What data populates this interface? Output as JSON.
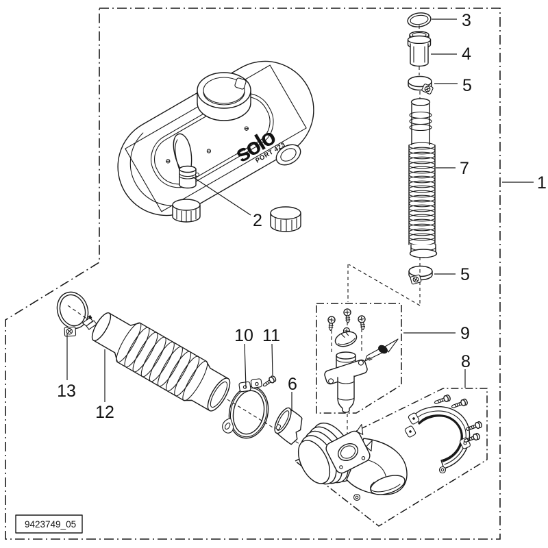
{
  "diagram": {
    "drawing_number": "9423749_05",
    "brand_wordmark": "solo",
    "brand_model": "PORT 423"
  },
  "callouts": {
    "c1": "1",
    "c2": "2",
    "c3": "3",
    "c4": "4",
    "c5a": "5",
    "c5b": "5",
    "c6": "6",
    "c7": "7",
    "c8": "8",
    "c9": "9",
    "c10": "10",
    "c11": "11",
    "c12": "12",
    "c13": "13"
  }
}
